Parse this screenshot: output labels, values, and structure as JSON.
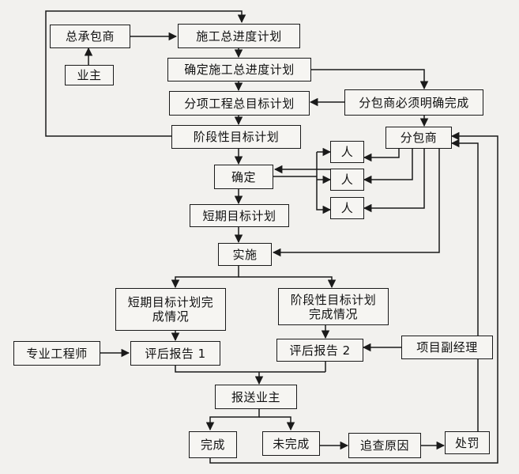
{
  "nodes": {
    "general_contractor": "总承包商",
    "owner": "业主",
    "master_schedule": "施工总进度计划",
    "confirm_master_schedule": "确定施工总进度计划",
    "sub_goal_plan": "分项工程总目标计划",
    "subcontractor_must_confirm": "分包商必须明确完成",
    "phase_goal_plan": "阶段性目标计划",
    "subcontractor": "分包商",
    "person_1": "人",
    "person_2": "人",
    "person_3": "人",
    "confirm": "确定",
    "short_term_plan": "短期目标计划",
    "implement": "实施",
    "short_term_status": "短期目标计划完\n成情况",
    "phase_status": "阶段性目标计划\n完成情况",
    "engineer": "专业工程师",
    "review_report_1": "评后报告 1",
    "review_report_2": "评后报告 2",
    "deputy_pm": "项目副经理",
    "report_owner": "报送业主",
    "completed": "完成",
    "not_completed": "未完成",
    "investigate_cause": "追查原因",
    "penalty": "处罚"
  },
  "colors": {
    "line": "#1a1a1a",
    "box_border": "#1a1a1a",
    "background": "#f2f1ee"
  }
}
